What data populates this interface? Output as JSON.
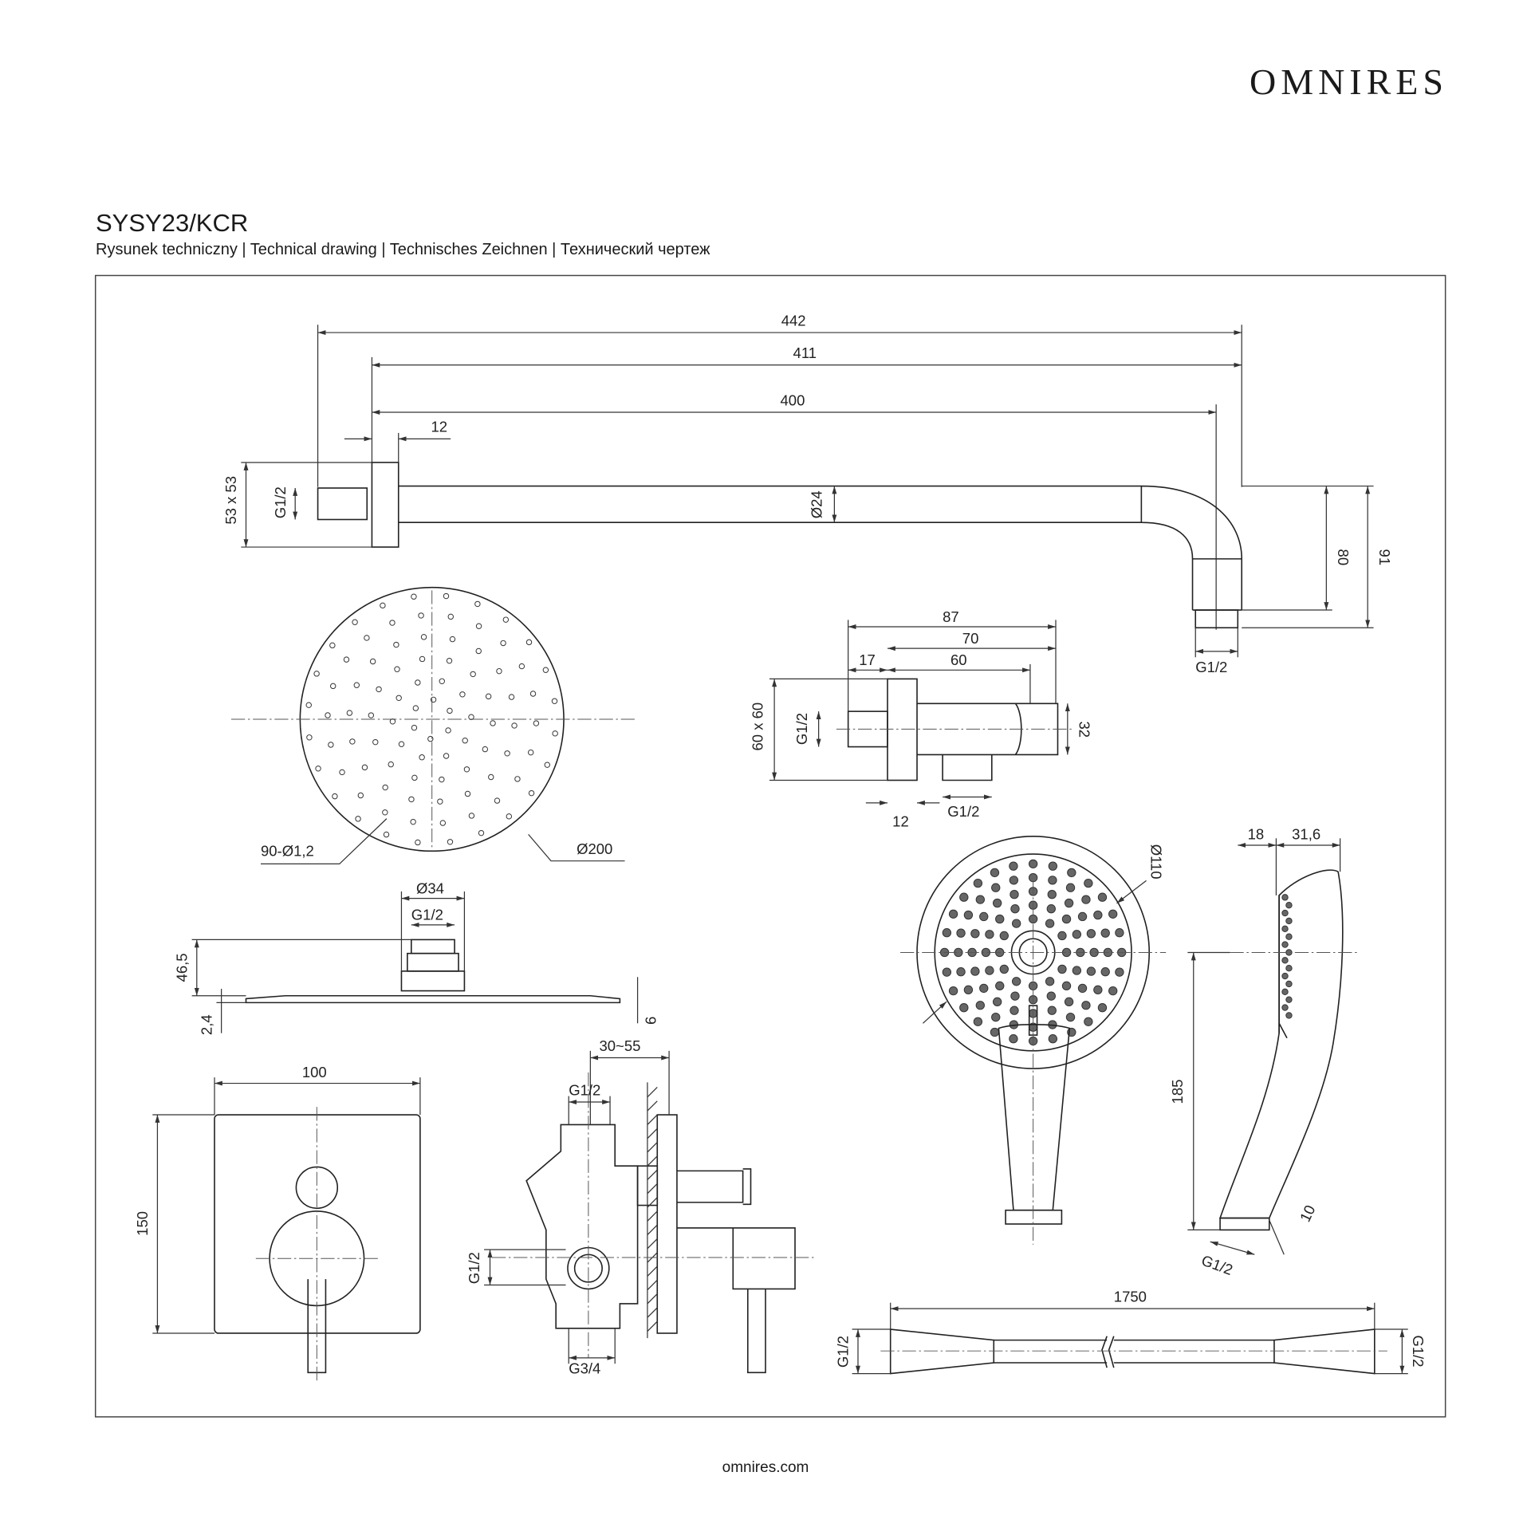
{
  "brand": {
    "logo": "OMNIRES",
    "footer_url": "omnires.com"
  },
  "header": {
    "product_code": "SYSY23/KCR",
    "subtitle": "Rysunek techniczny | Technical drawing | Technisches Zeichnen | Технический чертеж"
  },
  "shower_arm": {
    "d442": "442",
    "d411": "411",
    "d400": "400",
    "d12": "12",
    "flange": "53 x 53",
    "thread_wall": "G1/2",
    "diameter": "Ø24",
    "h80": "80",
    "h91": "91",
    "thread_out": "G1/2"
  },
  "wall_outlet": {
    "d87": "87",
    "d70": "70",
    "d17": "17",
    "d60": "60",
    "flange": "60 x 60",
    "thread_in": "G1/2",
    "d32": "32",
    "d12": "12",
    "thread_out": "G1/2"
  },
  "rain_head": {
    "nozzles": "90-Ø1,2",
    "diameter": "Ø200",
    "conn_diameter": "Ø34",
    "thread": "G1/2",
    "h46": "46,5",
    "h2": "2,4",
    "h9": "9"
  },
  "mixer": {
    "width": "100",
    "height": "150",
    "depth": "30~55",
    "thread_top": "G1/2",
    "thread_side": "G1/2",
    "thread_bottom": "G3/4"
  },
  "hand_shower": {
    "diameter": "Ø110",
    "d18": "18",
    "d31": "31,6",
    "length": "185",
    "d10": "10",
    "thread": "G1/2"
  },
  "hose": {
    "length": "1750",
    "thread_left": "G1/2",
    "thread_right": "G1/2"
  }
}
